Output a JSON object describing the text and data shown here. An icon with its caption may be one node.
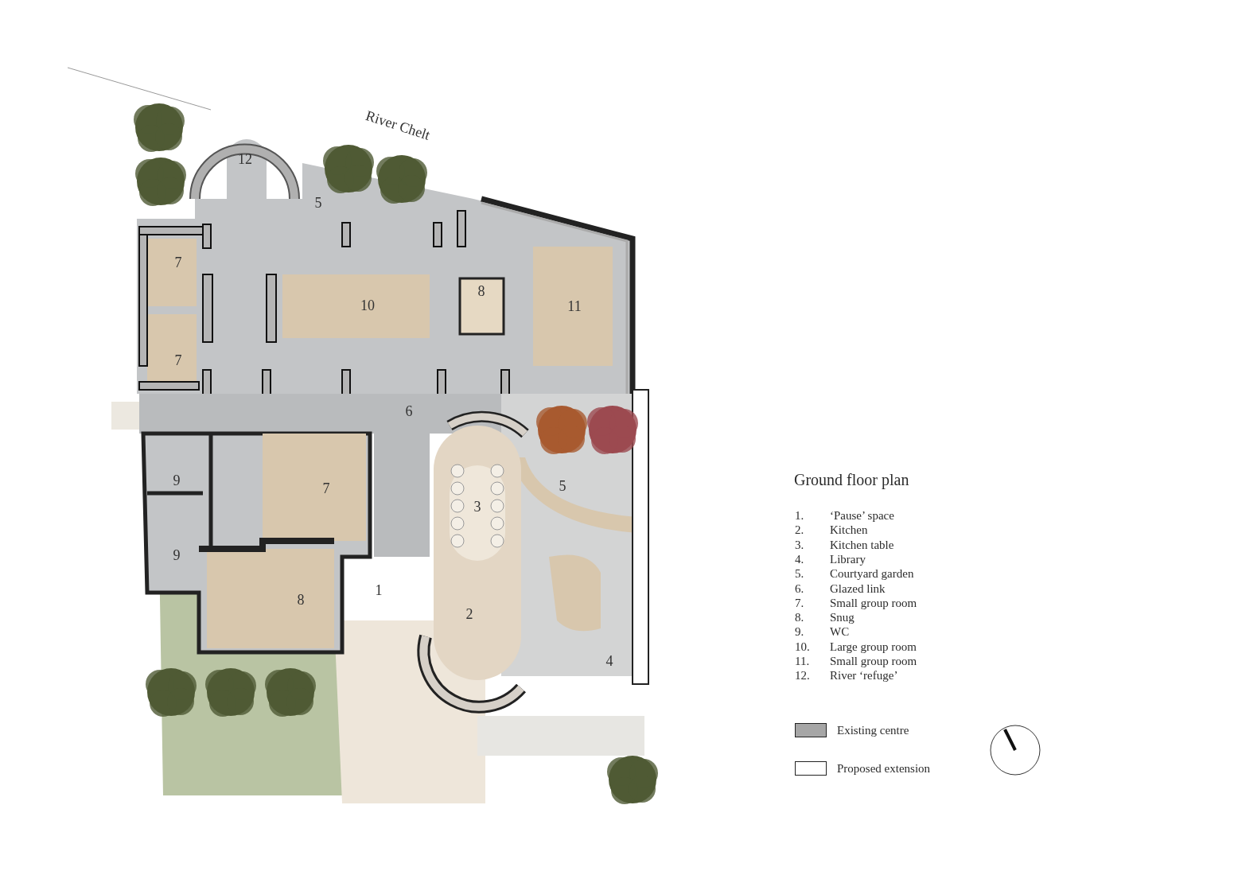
{
  "diagram": {
    "title": "Ground floor plan",
    "labels": [
      "River Chelt",
      "12",
      "5",
      "7",
      "8",
      "10",
      "11",
      "7",
      "6",
      "9",
      "7",
      "5",
      "3",
      "9",
      "1",
      "8",
      "2",
      "4",
      "1.",
      "‘Pause’ space",
      "2.",
      "Kitchen",
      "3.",
      "Kitchen table",
      "4.",
      "Library",
      "5.",
      "Courtyard garden",
      "6.",
      "Glazed link",
      "7.",
      "Small group room",
      "8.",
      "Snug",
      "9.",
      "WC",
      "10.",
      "Large group room",
      "11.",
      "Small group room",
      "12.",
      "River ‘refuge’"
    ],
    "legend": [
      {
        "text": "Existing centre",
        "color": "#a6a6a6"
      },
      {
        "text": "Proposed extension",
        "color": "#ffffff"
      }
    ]
  }
}
